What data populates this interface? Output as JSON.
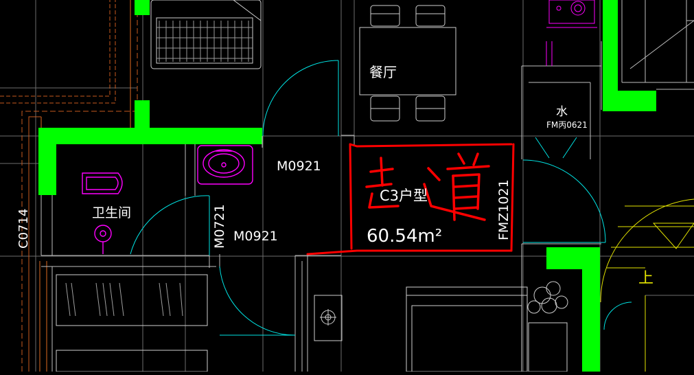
{
  "rooms": {
    "dining": "餐厅",
    "bathroom": "卫生间",
    "water": "水"
  },
  "doors": {
    "bath_door": "M0921",
    "bath_door_vertical": "M0721",
    "kitchen_door": "M0921",
    "window": "C0714",
    "fm_door_top": "FM丙0621",
    "fm_door_right": "FMZ1021"
  },
  "unit": {
    "type_label": "C3户型",
    "area_label": "60.54m²"
  },
  "annotation": {
    "handwritten": "走道",
    "stair_marker": "上"
  },
  "colors": {
    "background": "#000000",
    "wall_fill": "#00ff00",
    "grid_line": "#7f7f7f",
    "fixture": "#ff00ff",
    "door_arc": "#00ffff",
    "markup": "#ff0000",
    "stair": "#ffff00",
    "axis_line": "#ff6a00"
  }
}
